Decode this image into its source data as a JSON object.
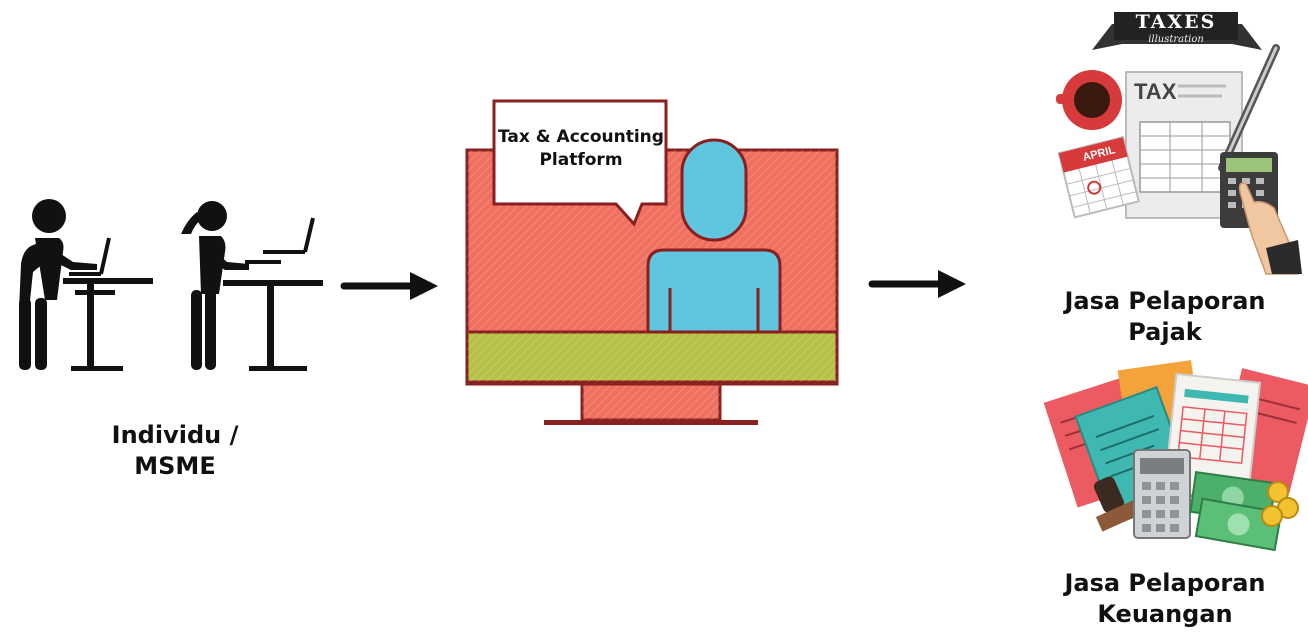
{
  "left_group": {
    "label_line1": "Individu /",
    "label_line2": "MSME"
  },
  "platform": {
    "bubble_line1": "Tax & Accounting",
    "bubble_line2": "Platform",
    "colors": {
      "screen": "#f07060",
      "bezel_bar": "#b5c246",
      "person": "#5fc6e0",
      "outline": "#8a1f1f"
    }
  },
  "services": {
    "tax_banner": "TAXES",
    "tax_banner_sub": "illustration",
    "tax_doc_title": "TAX",
    "calendar_month": "APRIL",
    "service1_line1": "Jasa Pelaporan",
    "service1_line2": "Pajak",
    "service2_line1": "Jasa Pelaporan",
    "service2_line2": "Keuangan"
  },
  "icons": {
    "left_people": "people-at-standing-desks-icon",
    "arrow1": "arrow-right-icon",
    "arrow2": "arrow-right-icon",
    "computer": "desktop-monitor-icon",
    "taxes": "tax-documents-icon",
    "finance": "financial-documents-icon"
  }
}
